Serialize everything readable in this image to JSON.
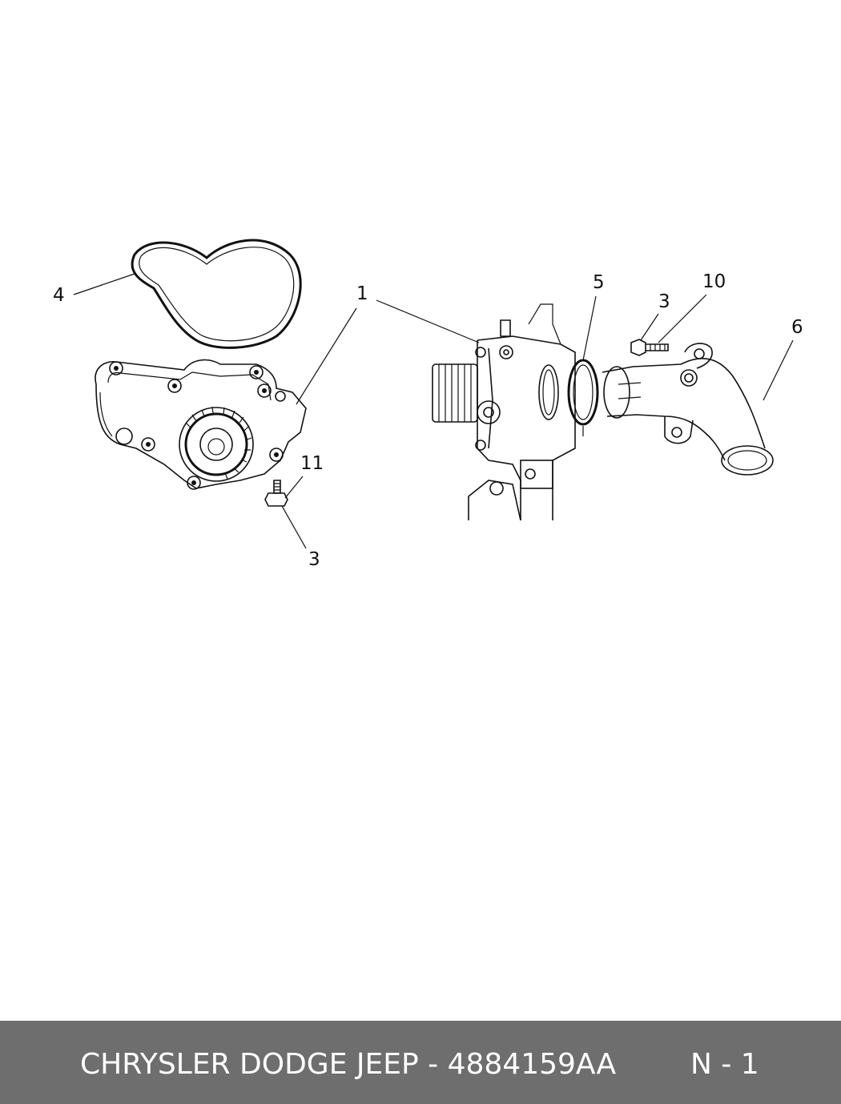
{
  "callouts": {
    "c4": "4",
    "c1": "1",
    "c11": "11",
    "c3a": "3",
    "c5": "5",
    "c3b": "3",
    "c10": "10",
    "c6": "6"
  },
  "footer": {
    "part_title": "CHRYSLER DODGE JEEP - 4884159AA",
    "page_label": "N - 1"
  },
  "colors": {
    "footer_bg": "#6e6e6e",
    "footer_text": "#ffffff",
    "line": "#111111"
  }
}
